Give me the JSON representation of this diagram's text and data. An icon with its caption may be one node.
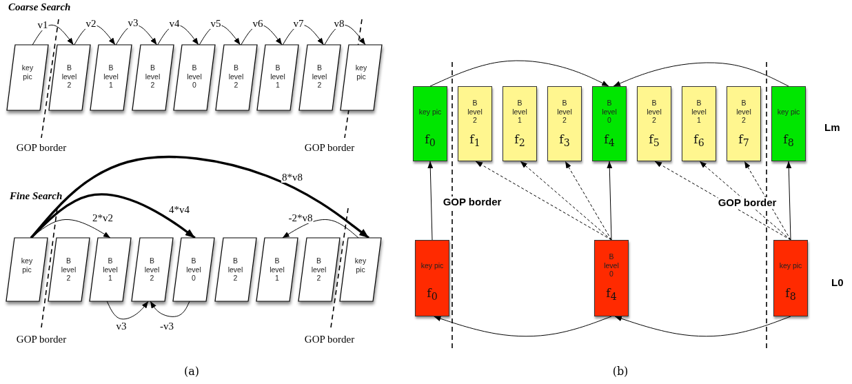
{
  "diagram": {
    "nodes": [
      {
        "text": [
          "key pic"
        ]
      },
      {
        "text": [
          "B level 2"
        ]
      },
      {
        "text": [
          "B level 1"
        ]
      },
      {
        "text": [
          "B level 2"
        ]
      },
      {
        "text": [
          "B level 0"
        ]
      },
      {
        "text": [
          "B level 2"
        ]
      },
      {
        "text": [
          "B level 1"
        ]
      },
      {
        "text": [
          "B level 2"
        ]
      },
      {
        "text": [
          "key pic"
        ]
      },
      {
        "text": [
          "key pic"
        ]
      },
      {
        "text": [
          "B level 2"
        ]
      },
      {
        "text": [
          "B level 1"
        ]
      },
      {
        "text": [
          "B level 2"
        ]
      },
      {
        "text": [
          "B level 0"
        ]
      },
      {
        "text": [
          "B level 2"
        ]
      },
      {
        "text": [
          "B level 1"
        ]
      },
      {
        "text": [
          "B level 2"
        ]
      },
      {
        "text": [
          "key pic"
        ]
      },
      {
        "text": [
          "key pic",
          "f$_{0}$"
        ]
      },
      {
        "text": [
          "B level 2",
          "f$_{1}$"
        ]
      },
      {
        "text": [
          "B level 1",
          "f$_{2}$"
        ]
      },
      {
        "text": [
          "B level 2",
          "f$_{3}$"
        ]
      },
      {
        "text": [
          "B level 0",
          "f$_{4}$"
        ]
      },
      {
        "text": [
          "B level 2",
          "f$_{5}$"
        ]
      },
      {
        "text": [
          "B level 1",
          "f$_{6}$"
        ]
      },
      {
        "text": [
          "B level 2",
          "f$_{7}$"
        ]
      },
      {
        "text": [
          "key pic",
          "f$_{8}$"
        ]
      },
      {
        "text": [
          "key pic",
          "f$_{0}$"
        ]
      },
      {
        "text": [
          "B level 0",
          "f$_{4}$"
        ]
      },
      {
        "text": [
          "key pic",
          "f$_{8}$"
        ]
      }
    ],
    "edges": [
      {
        "from": 0,
        "to": 1,
        "arrow": "to",
        "label": "v1"
      },
      {
        "from": 1,
        "to": 2,
        "arrow": "to",
        "label": "v2"
      },
      {
        "from": 2,
        "to": 3,
        "arrow": "to",
        "label": "v3"
      },
      {
        "from": 3,
        "to": 4,
        "arrow": "to",
        "label": "v4"
      },
      {
        "from": 4,
        "to": 5,
        "arrow": "to",
        "label": "v5"
      },
      {
        "from": 5,
        "to": 6,
        "arrow": "to",
        "label": "v6"
      },
      {
        "from": 6,
        "to": 7,
        "arrow": "to",
        "label": "v7"
      },
      {
        "from": 7,
        "to": 8,
        "arrow": "to",
        "label": "v8"
      },
      {
        "from": 9,
        "to": 17,
        "arrow": "to",
        "label": "8*v8",
        "style": "thick"
      },
      {
        "from": 9,
        "to": 13,
        "arrow": "to",
        "label": "4*v4",
        "style": "thick"
      },
      {
        "from": 9,
        "to": 11,
        "arrow": "to",
        "label": "2*v2"
      },
      {
        "from": 17,
        "to": 15,
        "arrow": "to",
        "label": "-2*v8"
      },
      {
        "from": 11,
        "to": 12,
        "arrow": "to",
        "label": "v3"
      },
      {
        "from": 13,
        "to": 12,
        "arrow": "to",
        "label": "-v3"
      },
      {
        "from": 18,
        "to": 22,
        "arrow": "to"
      },
      {
        "from": 26,
        "to": 22,
        "arrow": "to"
      },
      {
        "from": 27,
        "to": 18,
        "arrow": "to"
      },
      {
        "from": 28,
        "to": 22,
        "arrow": "to"
      },
      {
        "from": 29,
        "to": 26,
        "arrow": "to"
      },
      {
        "from": 28,
        "to": 19,
        "arrow": "to",
        "style": "dashed"
      },
      {
        "from": 28,
        "to": 20,
        "arrow": "to",
        "style": "dashed"
      },
      {
        "from": 28,
        "to": 21,
        "arrow": "to",
        "style": "dashed"
      },
      {
        "from": 29,
        "to": 23,
        "arrow": "to",
        "style": "dashed"
      },
      {
        "from": 29,
        "to": 24,
        "arrow": "to",
        "style": "dashed"
      },
      {
        "from": 29,
        "to": 25,
        "arrow": "to",
        "style": "dashed"
      },
      {
        "from": 28,
        "to": 27,
        "arrow": "to"
      },
      {
        "from": 29,
        "to": 28,
        "arrow": "to"
      }
    ],
    "labels": [
      "Coarse Search",
      "GOP border",
      "GOP border",
      "Fine Search",
      "GOP border",
      "GOP border",
      "GOP border",
      "GOP border",
      "Lm",
      "L0",
      "(a)",
      "(b)"
    ]
  }
}
